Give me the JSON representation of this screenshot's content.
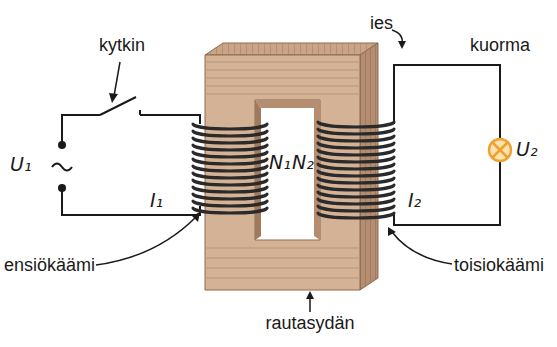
{
  "diagram": {
    "labels": [
      "ies",
      "kytkin",
      "kuorma",
      "U₁",
      "I₁",
      "N₁",
      "N₂",
      "I₂",
      "U₂",
      "ensiökäämi",
      "toisiokäämi",
      "rautasydän"
    ]
  }
}
